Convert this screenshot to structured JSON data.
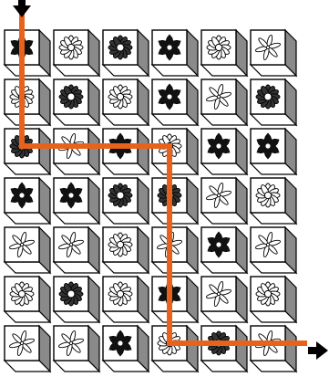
{
  "puzzle": {
    "header_text": "",
    "rows": 7,
    "cols": 6,
    "cells": [
      [
        "dark-burst",
        "daisy",
        "dark-ring",
        "dark-burst",
        "daisy",
        "thin-star"
      ],
      [
        "daisy",
        "dark-ring",
        "daisy",
        "dark-burst",
        "thin-star",
        "dark-ring"
      ],
      [
        "dark-ring",
        "thin-star",
        "dark-burst",
        "daisy",
        "dark-burst",
        "dark-burst"
      ],
      [
        "dark-burst",
        "dark-burst",
        "dark-ring",
        "dark-ring",
        "thin-star",
        "daisy"
      ],
      [
        "thin-star",
        "thin-star",
        "daisy",
        "thin-star",
        "dark-burst",
        "thin-star"
      ],
      [
        "daisy",
        "dark-ring",
        "daisy",
        "dark-burst",
        "thin-star",
        "daisy"
      ],
      [
        "thin-star",
        "thin-star",
        "dark-burst",
        "daisy",
        "dark-ring",
        "thin-star"
      ]
    ],
    "entry": {
      "row": 0,
      "col": 0,
      "side": "top",
      "icon": "down-arrow-icon"
    },
    "exit": {
      "row": 6,
      "col": 5,
      "side": "right",
      "icon": "right-arrow-icon"
    },
    "path": [
      {
        "row": 0,
        "col": 0
      },
      {
        "row": 1,
        "col": 0
      },
      {
        "row": 2,
        "col": 0
      },
      {
        "row": 2,
        "col": 1
      },
      {
        "row": 2,
        "col": 2
      },
      {
        "row": 2,
        "col": 3
      },
      {
        "row": 3,
        "col": 3
      },
      {
        "row": 4,
        "col": 3
      },
      {
        "row": 5,
        "col": 3
      },
      {
        "row": 6,
        "col": 3
      },
      {
        "row": 6,
        "col": 4
      },
      {
        "row": 6,
        "col": 5
      }
    ],
    "colors": {
      "path": "#e8621c",
      "cube_face": "#ffffff",
      "cube_side": "#8a8a8a",
      "outline": "#000000",
      "background": "#ffffff"
    }
  }
}
